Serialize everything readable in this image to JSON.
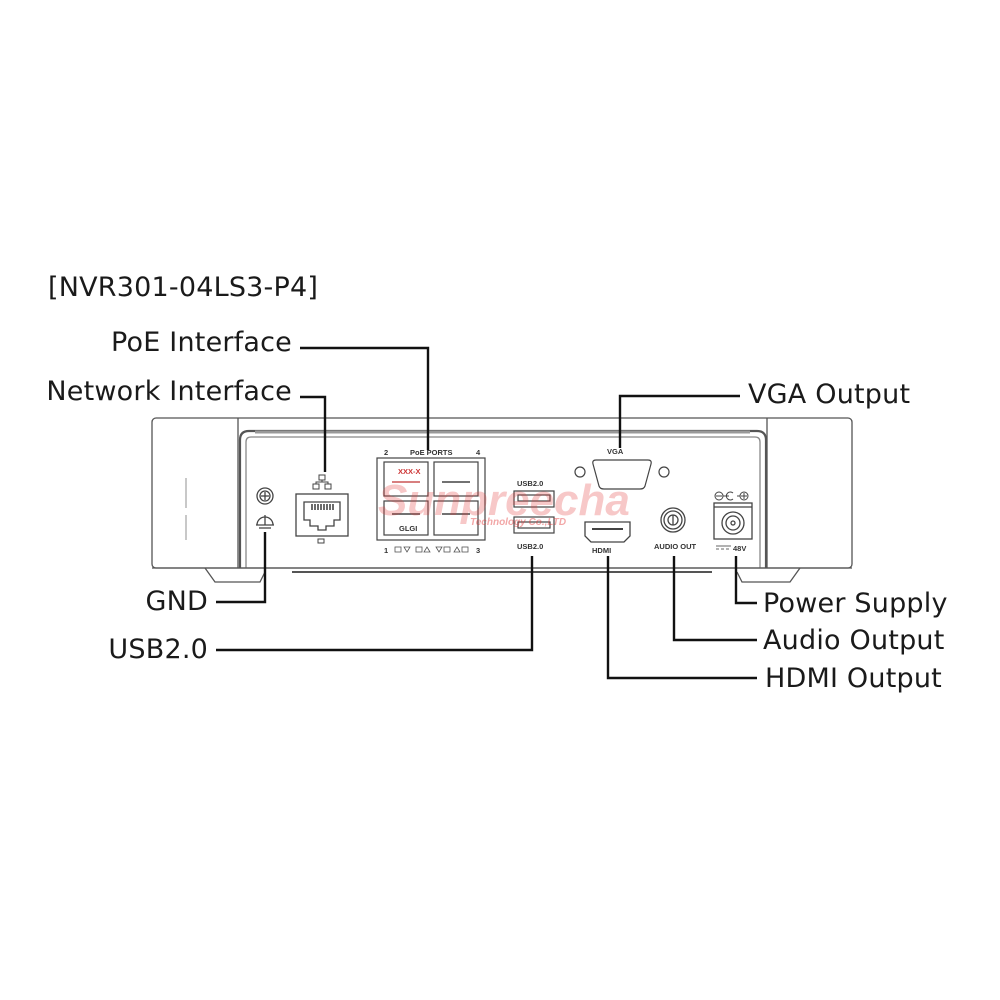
{
  "model": "[NVR301-04LS3-P4]",
  "callouts": {
    "poe_interface": "PoE Interface",
    "network_interface": "Network Interface",
    "vga_output": "VGA Output",
    "gnd": "GND",
    "usb20": "USB2.0",
    "power_supply": "Power Supply",
    "audio_output": "Audio Output",
    "hdmi_output": "HDMI Output"
  },
  "panel_markings": {
    "poe_ports": "PoE PORTS",
    "port_top_left": "2",
    "port_top_right": "4",
    "port_bottom_left": "1",
    "port_bottom_right": "3",
    "port_label_red": "XXX-X",
    "port_label_gigabit": "GLGI",
    "usb_top": "USB2.0",
    "usb_bottom": "USB2.0",
    "vga": "VGA",
    "hdmi": "HDMI",
    "audio_out": "AUDIO OUT",
    "power_voltage": "48V"
  },
  "watermark": {
    "brand": "Sunpreecha",
    "subtitle": "Technology Co.,LTD",
    "color": "#e23a3a"
  },
  "colors": {
    "line": "#111111",
    "device_stroke": "#555555"
  }
}
